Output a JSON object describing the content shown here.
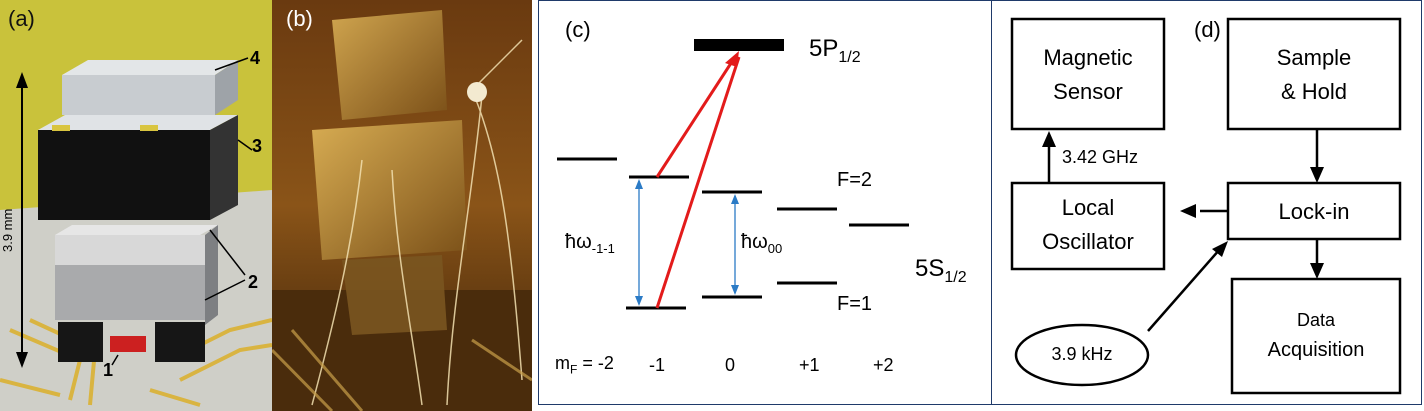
{
  "panels": {
    "a": {
      "label": "(a)",
      "dimension": "3.9 mm",
      "callouts": [
        "4",
        "3",
        "2",
        "1"
      ]
    },
    "b": {
      "label": "(b)"
    },
    "c": {
      "label": "(c)",
      "excited_state": {
        "main": "5P",
        "sub": "1/2"
      },
      "ground_state": {
        "main": "5S",
        "sub": "1/2"
      },
      "f2": "F=2",
      "f1": "F=1",
      "transition_1": {
        "main": "ħω",
        "sub": "-1-1"
      },
      "transition_0": {
        "main": "ħω",
        "sub": "00"
      },
      "mf_prefix": {
        "main": "m",
        "sub": "F",
        "eq": "= -2"
      },
      "mf_values": [
        "-1",
        "0",
        "+1",
        "+2"
      ],
      "colors": {
        "laser": "#e31b1b",
        "transition": "#2b7bc6",
        "level": "#000000"
      }
    },
    "d": {
      "label": "(d)",
      "boxes": {
        "magnetic_sensor": [
          "Magnetic",
          "Sensor"
        ],
        "sample_hold": [
          "Sample",
          "& Hold"
        ],
        "local_oscillator": [
          "Local",
          "Oscillator"
        ],
        "lock_in": [
          "Lock-in"
        ],
        "data_acquisition": [
          "Data",
          "Acquisition"
        ]
      },
      "freq_ghz": "3.42 GHz",
      "freq_khz": "3.9 kHz"
    }
  },
  "colors": {
    "panel_border": "#1f3a6a",
    "photo_a_bg": "#cbc23a",
    "photo_b_bg": "#3a1e08"
  }
}
